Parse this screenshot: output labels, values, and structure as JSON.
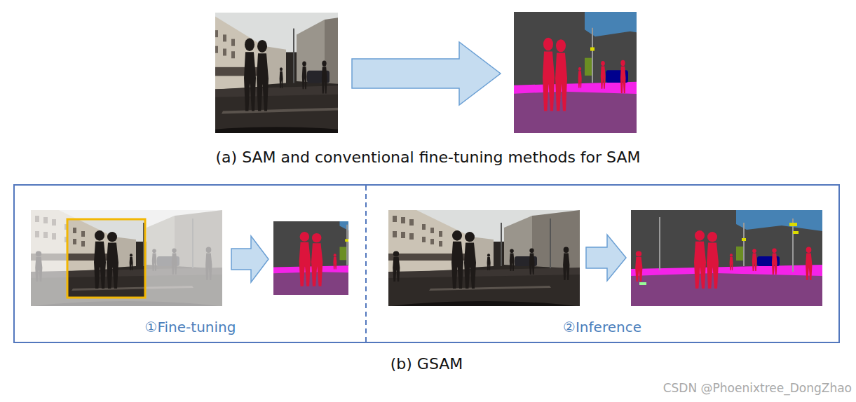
{
  "diagram": {
    "nodes": [
      {
        "text": [
          "(b) GSAM"
        ]
      },
      {
        "text": [
          "①Fine-tuning"
        ],
        "in": 0
      },
      {
        "text": [
          "②Inference"
        ],
        "in": 0
      }
    ],
    "labels": [
      "(a) SAM and conventional fine-tuning methods for SAM",
      "CSDN @Phoenixtree_DongZhao"
    ]
  }
}
